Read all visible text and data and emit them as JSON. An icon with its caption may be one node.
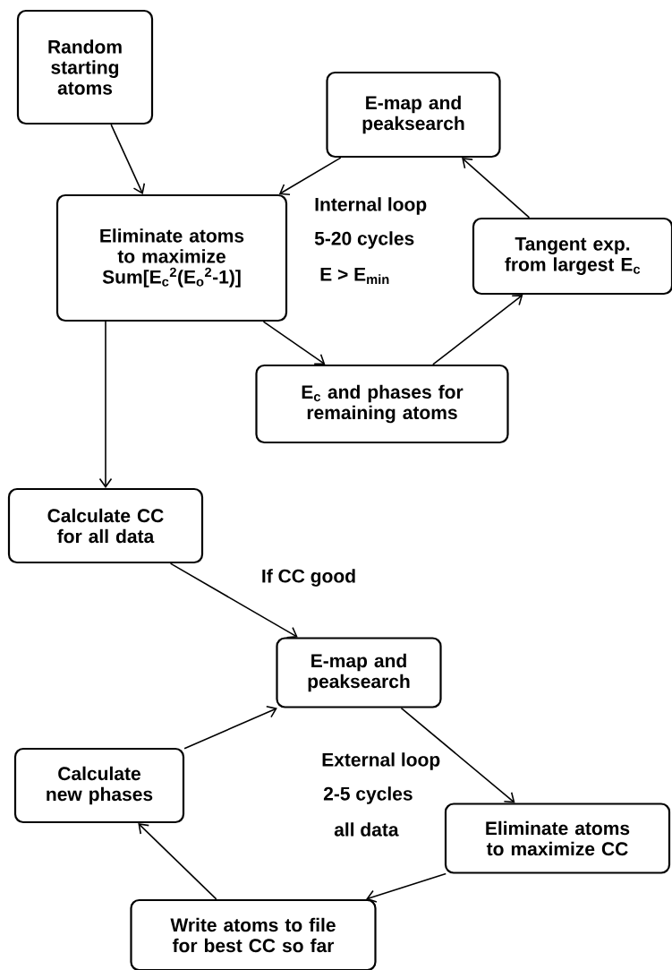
{
  "diagram": {
    "nodes": [
      {
        "text": [
          "Random starting atoms"
        ]
      },
      {
        "text": [
          "E-map and peaksearch"
        ]
      },
      {
        "text": [
          "Eliminate atoms to maximize Sum[E$_{c}$$^{2}$(E$_{o}$$^{2}$-1)]"
        ]
      },
      {
        "text": [
          "Tangent exp. from largest E$_{c}$"
        ]
      },
      {
        "text": [
          "E$_{c}$ and phases for remaining atoms"
        ]
      },
      {
        "text": [
          "Calculate CC for all data"
        ]
      },
      {
        "text": [
          "E-map and peaksearch"
        ]
      },
      {
        "text": [
          "Calculate new phases"
        ]
      },
      {
        "text": [
          "Eliminate atoms to maximize CC"
        ]
      },
      {
        "text": [
          "Write atoms to file for best CC so far"
        ]
      }
    ],
    "edges": [
      {
        "from": 0,
        "to": 2,
        "arrow": "to"
      },
      {
        "from": 1,
        "to": 2,
        "arrow": "to"
      },
      {
        "from": 2,
        "to": 4,
        "arrow": "to"
      },
      {
        "from": 4,
        "to": 3,
        "arrow": "to"
      },
      {
        "from": 3,
        "to": 1,
        "arrow": "to"
      },
      {
        "from": 2,
        "to": 5,
        "arrow": "to"
      },
      {
        "from": 5,
        "to": 6,
        "arrow": "to",
        "label": "If CC good"
      },
      {
        "from": 6,
        "to": 8,
        "arrow": "to"
      },
      {
        "from": 8,
        "to": 9,
        "arrow": "to"
      },
      {
        "from": 9,
        "to": 7,
        "arrow": "to"
      },
      {
        "from": 7,
        "to": 6,
        "arrow": "to"
      }
    ],
    "labels": [
      "Internal loop",
      "5-20 cycles",
      "E > E$_{min}$",
      "External loop",
      "2-5 cycles",
      "all data"
    ]
  }
}
